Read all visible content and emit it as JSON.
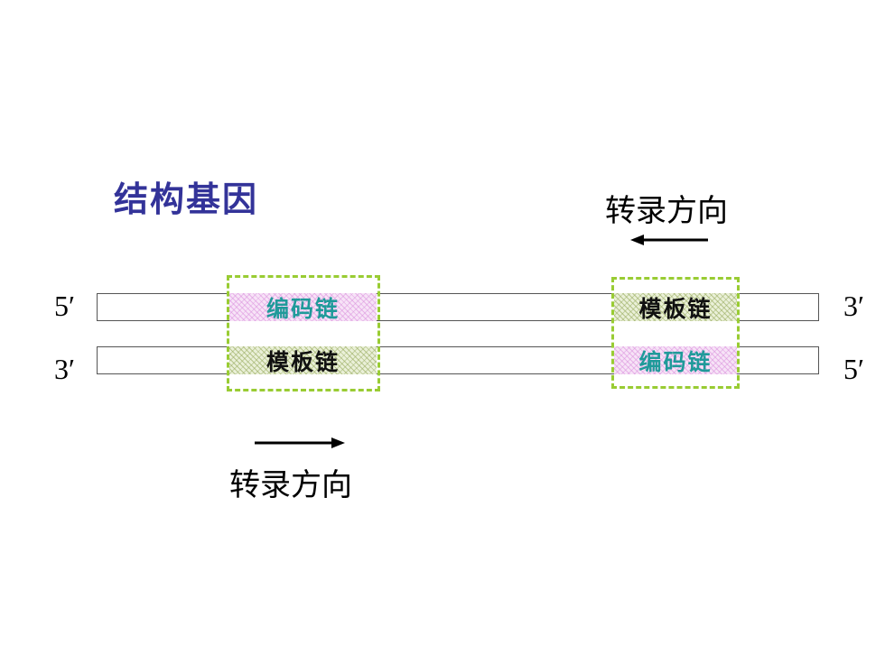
{
  "title": "结构基因",
  "transcription_label": "转录方向",
  "strands": {
    "top": {
      "left_end": "5′",
      "right_end": "3′"
    },
    "bottom": {
      "left_end": "3′",
      "right_end": "5′"
    }
  },
  "left_gene": {
    "top_segment": "编码链",
    "bottom_segment": "模板链",
    "arrow_direction": "right"
  },
  "right_gene": {
    "top_segment": "模板链",
    "bottom_segment": "编码链",
    "arrow_direction": "left"
  },
  "colors": {
    "title": "#333399",
    "coding_text": "#1f9a9a",
    "dash_border": "#99cc33"
  }
}
